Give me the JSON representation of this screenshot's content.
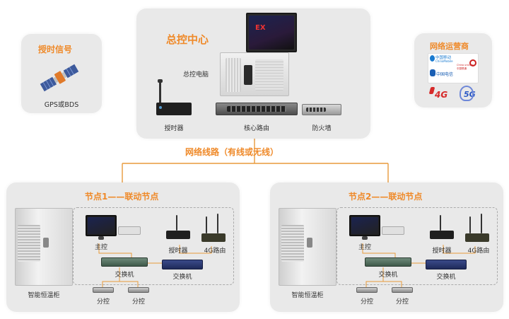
{
  "timing_panel": {
    "title": "授时信号",
    "caption": "GPS或BDS"
  },
  "center_panel": {
    "title": "总控中心",
    "pc_label": "总控电脑",
    "screen_text": "EX",
    "devices": {
      "timer": "授时器",
      "core_router": "核心路由",
      "firewall": "防火墙"
    }
  },
  "carrier_panel": {
    "title": "网络运营商",
    "logos": {
      "mobile": "中国移动",
      "mobile_en": "ChinaMobile",
      "unicom_en": "China unicom",
      "unicom_cn": "中国联通",
      "telecom": "中国电信",
      "g4": "4G",
      "g5": "5G"
    }
  },
  "network_line_label": "网络线路（有线或无线）",
  "node1": {
    "title": "节点1——联动节点",
    "cabinet": "智能恒温柜",
    "host": "主控",
    "timer": "授时器",
    "router4g": "4G路由",
    "switch_a": "交换机",
    "switch_b": "交换机",
    "sub1": "分控",
    "sub2": "分控"
  },
  "node2": {
    "title": "节点2——联动节点",
    "cabinet": "智能恒温柜",
    "host": "主控",
    "timer": "授时器",
    "router4g": "4G路由",
    "switch_a": "交换机",
    "switch_b": "交换机",
    "sub1": "分控",
    "sub2": "分控"
  },
  "colors": {
    "accent": "#ef8a2a",
    "panel": "#e9e9e9",
    "wire": "#e89a3c"
  }
}
